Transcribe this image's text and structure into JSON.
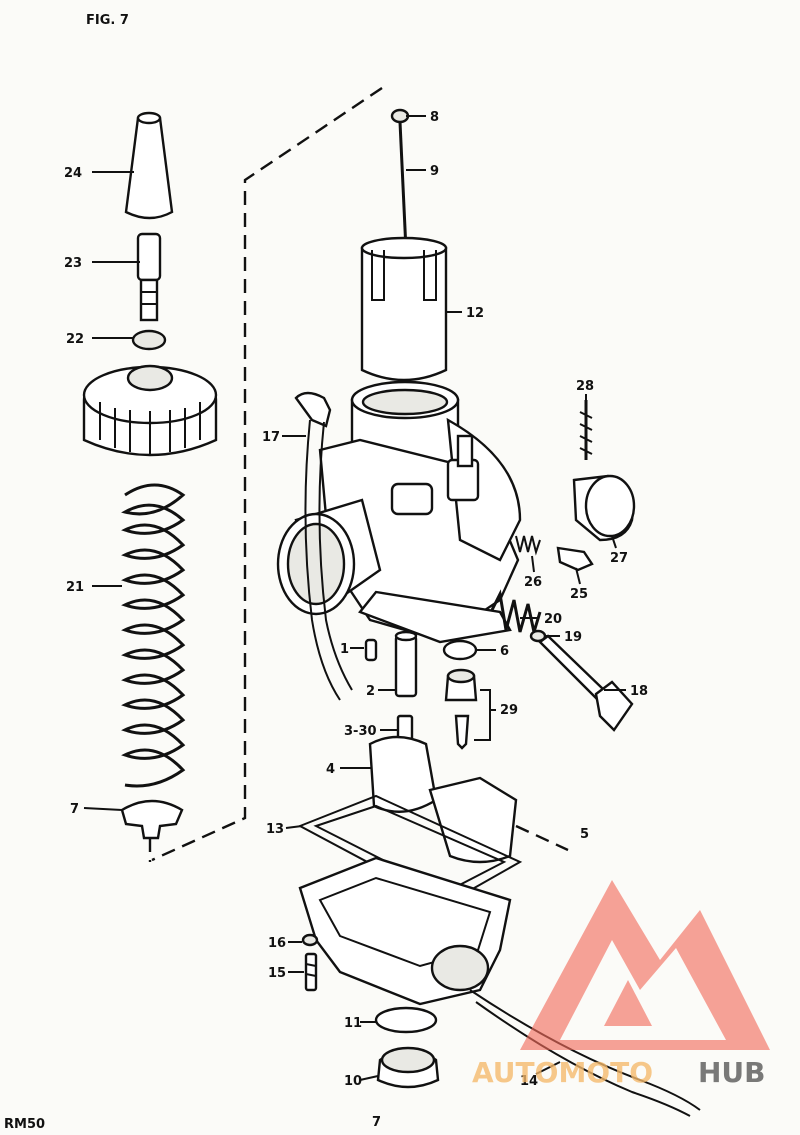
{
  "header": {
    "figure_label": "FIG. 7"
  },
  "footer": {
    "model": "RM50",
    "page_mark": "7"
  },
  "callouts": [
    "24",
    "23",
    "22",
    "21",
    "7",
    "8",
    "9",
    "12",
    "17",
    "28",
    "27",
    "26",
    "25",
    "20",
    "19",
    "18",
    "1",
    "2",
    "6",
    "29",
    "3-30",
    "4",
    "13",
    "5",
    "16",
    "15",
    "11",
    "10",
    "14"
  ],
  "watermark": {
    "text_part1": "AUTOMOTO",
    "text_part2": "HUB",
    "color_primary": "#f26b5b",
    "color_secondary": "#f5b96b",
    "color_dark": "#555555"
  }
}
